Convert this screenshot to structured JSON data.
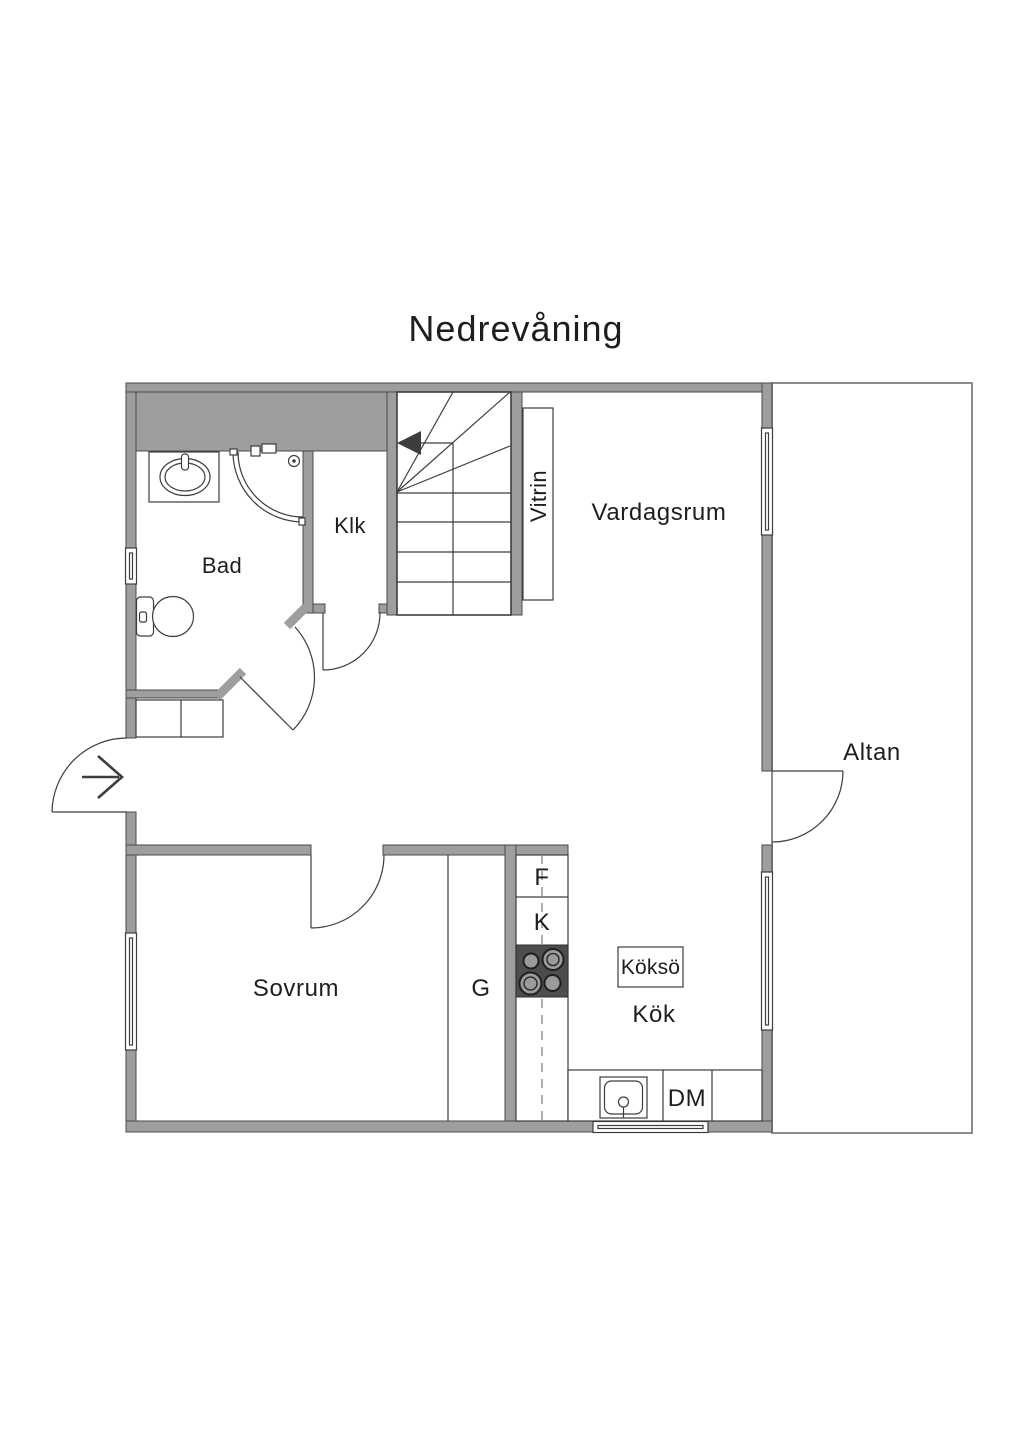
{
  "title": "Nedrevåning",
  "rooms": {
    "bad": "Bad",
    "klk": "Klk",
    "vitrin": "Vitrin",
    "vardagsrum": "Vardagsrum",
    "altan": "Altan",
    "sovrum": "Sovrum",
    "garderob": "G",
    "kok": "Kök"
  },
  "kitchen": {
    "island": "Köksö",
    "column_f": "F",
    "column_k": "K",
    "dishwasher": "DM"
  },
  "colors": {
    "wall": "#9e9e9e",
    "wall_edge": "#4a4a4a",
    "line": "#3d3d3d",
    "text": "#1e1e1e",
    "stove": "#4d4d4d",
    "burner": "#9a9a9a",
    "dash": "#8c8c8c",
    "terrace_outline": "#8c8c8c",
    "background": "#ffffff"
  }
}
